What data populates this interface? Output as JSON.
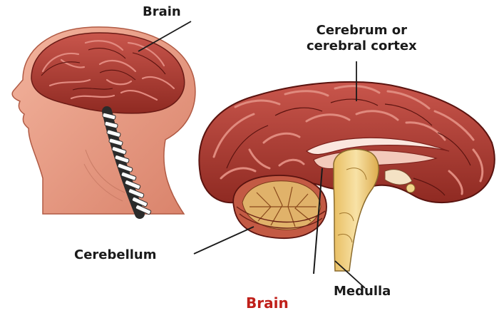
{
  "labels": {
    "brain": "Brain",
    "cerebrum_line1": "Cerebrum or",
    "cerebrum_line2": "cerebral cortex",
    "cerebellum": "Cerebellum",
    "medulla": "Medulla",
    "caption": "Brain"
  },
  "colors": {
    "skin": "#e8927a",
    "skin_light": "#f6cbb8",
    "brain_fill": "#b8443c",
    "brain_dark": "#7a1f1a",
    "gyri_light": "#d9776c",
    "spine_bone": "#fafafa",
    "spine_dark": "#2b2b2b",
    "stem": "#f1d48a",
    "caption": "#c0201a"
  }
}
